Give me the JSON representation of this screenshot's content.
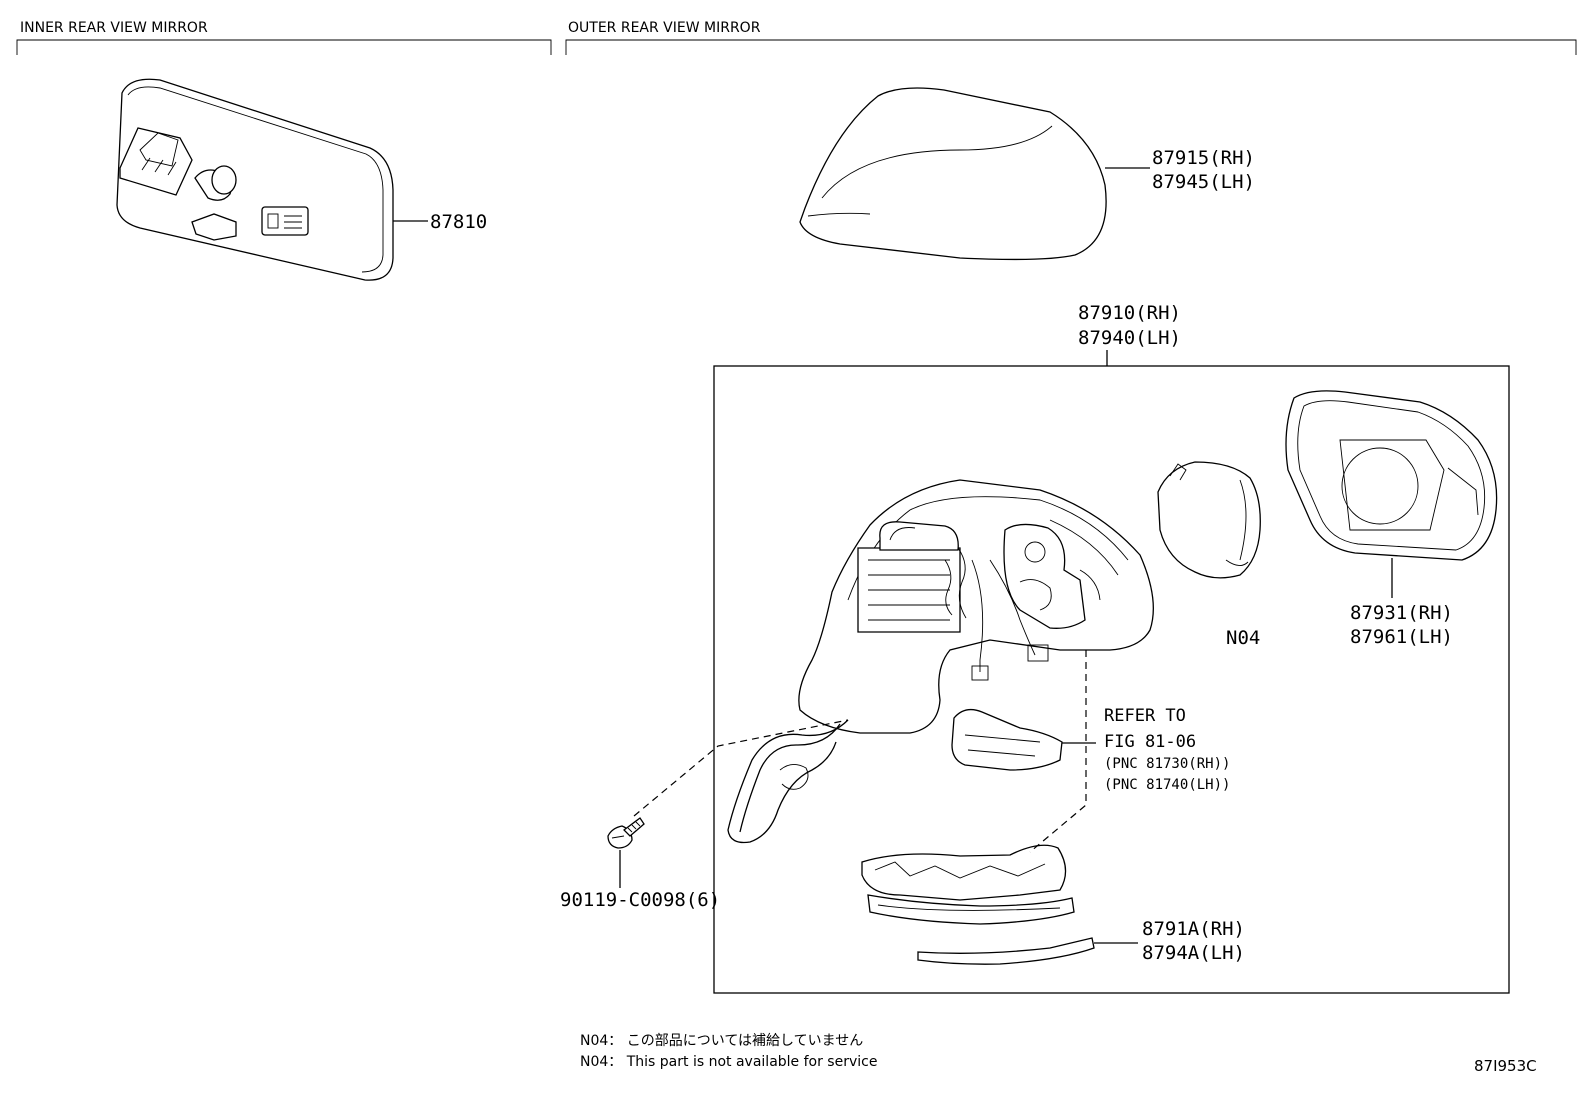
{
  "sections": {
    "inner": "INNER REAR VIEW MIRROR",
    "outer": "OUTER REAR VIEW MIRROR"
  },
  "parts": {
    "inner_mirror": "87810",
    "cover_rh": "87915(RH)",
    "cover_lh": "87945(LH)",
    "assy_rh": "87910(RH)",
    "assy_lh": "87940(LH)",
    "actuator": "N04",
    "glass_rh": "87931(RH)",
    "glass_lh": "87961(LH)",
    "screw": "90119-C0098(6)",
    "lamp_rh": "8791A(RH)",
    "lamp_lh": "8794A(LH)"
  },
  "refer": {
    "line1": "REFER TO",
    "line2": "FIG 81-06",
    "pnc1": "(PNC 81730(RH))",
    "pnc2": "(PNC 81740(LH))"
  },
  "notes": {
    "ja": "N04： この部品については補給していません",
    "en": "N04： This part is not available for service"
  },
  "figure_code": "87I953C"
}
